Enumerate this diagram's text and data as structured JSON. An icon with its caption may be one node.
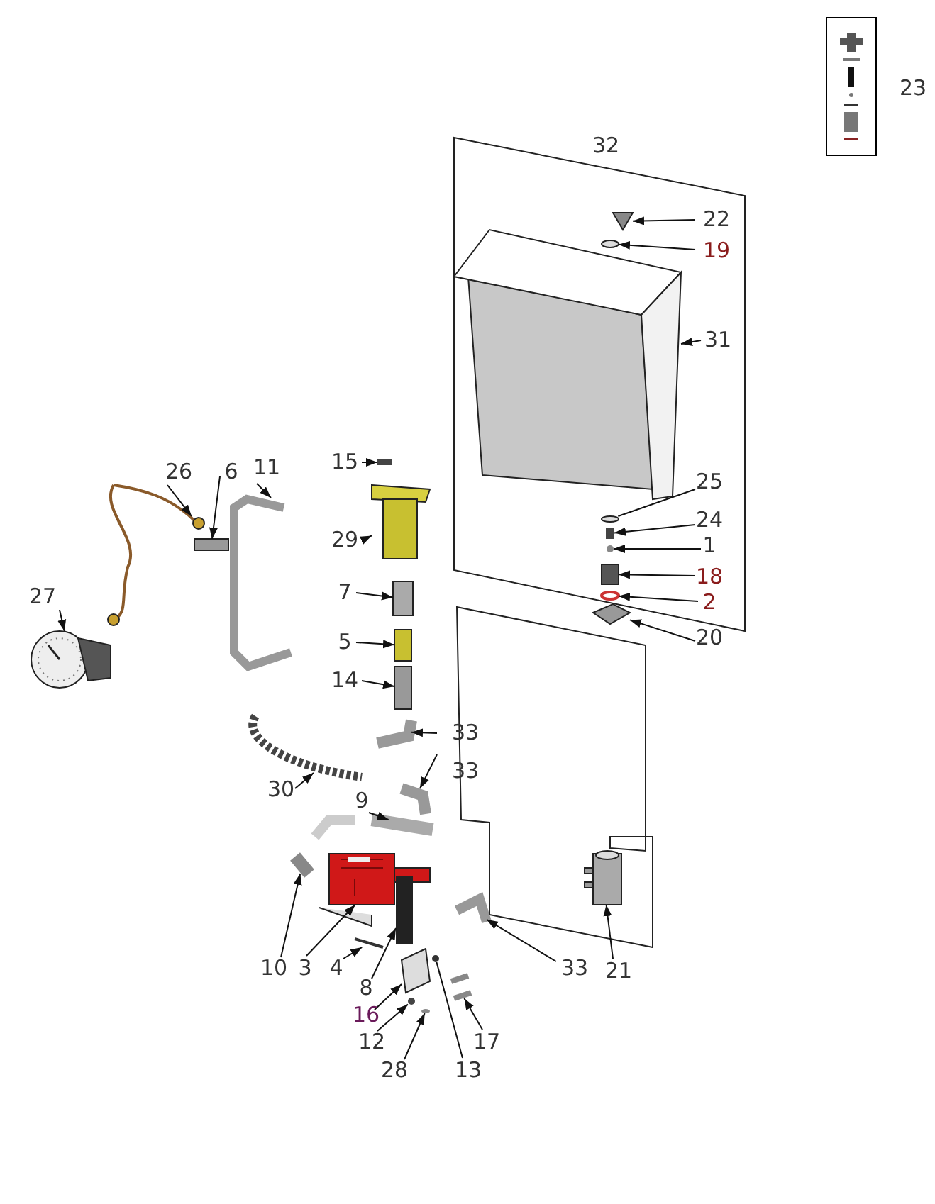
{
  "diagram": {
    "nodes": [
      {
        "text": [],
        "shape": "picture",
        "beside": [
          "23"
        ]
      },
      {
        "text": [
          "22"
        ]
      },
      {
        "text": [
          "19"
        ]
      },
      {
        "text": [
          "31"
        ]
      },
      {
        "text": [
          "15"
        ]
      },
      {
        "text": [
          "26"
        ]
      },
      {
        "text": [
          "6"
        ]
      },
      {
        "text": [
          "11"
        ]
      },
      {
        "text": [
          "25"
        ]
      },
      {
        "text": [
          "29"
        ]
      },
      {
        "text": [
          "24"
        ]
      },
      {
        "text": [
          "1"
        ]
      },
      {
        "text": [
          "18"
        ]
      },
      {
        "text": [
          "7"
        ]
      },
      {
        "text": [
          "2"
        ]
      },
      {
        "text": [
          "27"
        ]
      },
      {
        "text": [
          "20"
        ]
      },
      {
        "text": [
          "5"
        ]
      },
      {
        "text": [
          "14"
        ]
      },
      {
        "text": [
          "33"
        ]
      },
      {
        "text": [
          "33"
        ]
      },
      {
        "text": [
          "30"
        ]
      },
      {
        "text": [
          "9"
        ]
      },
      {
        "text": [
          "10"
        ]
      },
      {
        "text": [
          "3"
        ]
      },
      {
        "text": [
          "4"
        ]
      },
      {
        "text": [
          "33"
        ]
      },
      {
        "text": [
          "21"
        ]
      },
      {
        "text": [
          "8"
        ]
      },
      {
        "text": [
          "16"
        ]
      },
      {
        "text": [
          "12"
        ]
      },
      {
        "text": [
          "17"
        ]
      },
      {
        "text": [
          "28"
        ]
      },
      {
        "text": [
          "13"
        ]
      },
      {
        "text": [],
        "shape": "picture"
      },
      {
        "text": [],
        "shape": "circle"
      },
      {
        "text": [],
        "shape": "picture"
      },
      {
        "text": [],
        "shape": "box"
      },
      {
        "text": [],
        "shape": "picture"
      },
      {
        "text": [],
        "shape": "box"
      },
      {
        "text": [],
        "shape": "picture"
      },
      {
        "text": [],
        "shape": "circle"
      },
      {
        "text": [],
        "shape": "picture"
      },
      {
        "text": [],
        "shape": "box"
      },
      {
        "text": [],
        "shape": "circle"
      },
      {
        "text": [],
        "shape": "box"
      },
      {
        "text": [],
        "shape": "box"
      },
      {
        "text": [],
        "shape": "circle"
      },
      {
        "text": [],
        "shape": "picture"
      },
      {
        "text": [],
        "shape": "picture"
      },
      {
        "text": [],
        "shape": "box"
      },
      {
        "text": [],
        "shape": "box"
      },
      {
        "text": [],
        "shape": "picture"
      },
      {
        "text": [],
        "shape": "picture"
      },
      {
        "text": [],
        "shape": "picture"
      },
      {
        "text": [],
        "shape": "picture"
      },
      {
        "text": [],
        "shape": "picture"
      },
      {
        "text": [],
        "shape": "picture"
      },
      {
        "text": [],
        "shape": "picture"
      },
      {
        "text": [],
        "shape": "picture"
      },
      {
        "text": [],
        "shape": "cylinder"
      },
      {
        "text": [],
        "shape": "box"
      },
      {
        "text": [],
        "shape": "picture"
      },
      {
        "text": [],
        "shape": "circle"
      },
      {
        "text": [],
        "shape": "picture"
      },
      {
        "text": [],
        "shape": "circle"
      },
      {
        "text": [],
        "shape": "circle"
      }
    ],
    "edges": [
      {
        "from": 1,
        "to": 34,
        "arrow": "to"
      },
      {
        "from": 2,
        "to": 35,
        "arrow": "to"
      },
      {
        "from": 3,
        "to": 36,
        "arrow": "to"
      },
      {
        "from": 4,
        "to": 37,
        "arrow": "to"
      },
      {
        "from": 5,
        "to": 38,
        "arrow": "to"
      },
      {
        "from": 6,
        "to": 39,
        "arrow": "to"
      },
      {
        "from": 7,
        "to": 40,
        "arrow": "to"
      },
      {
        "from": 8,
        "to": 41,
        "arrow": "none"
      },
      {
        "from": 9,
        "to": 42,
        "arrow": "to"
      },
      {
        "from": 10,
        "to": 43,
        "arrow": "to"
      },
      {
        "from": 11,
        "to": 44,
        "arrow": "to"
      },
      {
        "from": 12,
        "to": 45,
        "arrow": "to"
      },
      {
        "from": 13,
        "to": 46,
        "arrow": "to"
      },
      {
        "from": 14,
        "to": 47,
        "arrow": "to"
      },
      {
        "from": 15,
        "to": 48,
        "arrow": "to"
      },
      {
        "from": 16,
        "to": 49,
        "arrow": "to"
      },
      {
        "from": 17,
        "to": 50,
        "arrow": "to"
      },
      {
        "from": 18,
        "to": 51,
        "arrow": "to"
      },
      {
        "from": 19,
        "to": 52,
        "arrow": "to"
      },
      {
        "from": 20,
        "to": 53,
        "arrow": "to"
      },
      {
        "from": 21,
        "to": 54,
        "arrow": "to"
      },
      {
        "from": 22,
        "to": 55,
        "arrow": "to"
      },
      {
        "from": 23,
        "to": 56,
        "arrow": "to"
      },
      {
        "from": 24,
        "to": 57,
        "arrow": "to"
      },
      {
        "from": 25,
        "to": 58,
        "arrow": "to"
      },
      {
        "from": 26,
        "to": 59,
        "arrow": "to"
      },
      {
        "from": 27,
        "to": 60,
        "arrow": "to"
      },
      {
        "from": 28,
        "to": 61,
        "arrow": "to"
      },
      {
        "from": 29,
        "to": 62,
        "arrow": "to"
      },
      {
        "from": 30,
        "to": 63,
        "arrow": "to"
      },
      {
        "from": 31,
        "to": 64,
        "arrow": "to"
      },
      {
        "from": 32,
        "to": 65,
        "arrow": "to"
      },
      {
        "from": 33,
        "to": 66,
        "arrow": "none"
      }
    ],
    "labels": [
      "32"
    ]
  }
}
